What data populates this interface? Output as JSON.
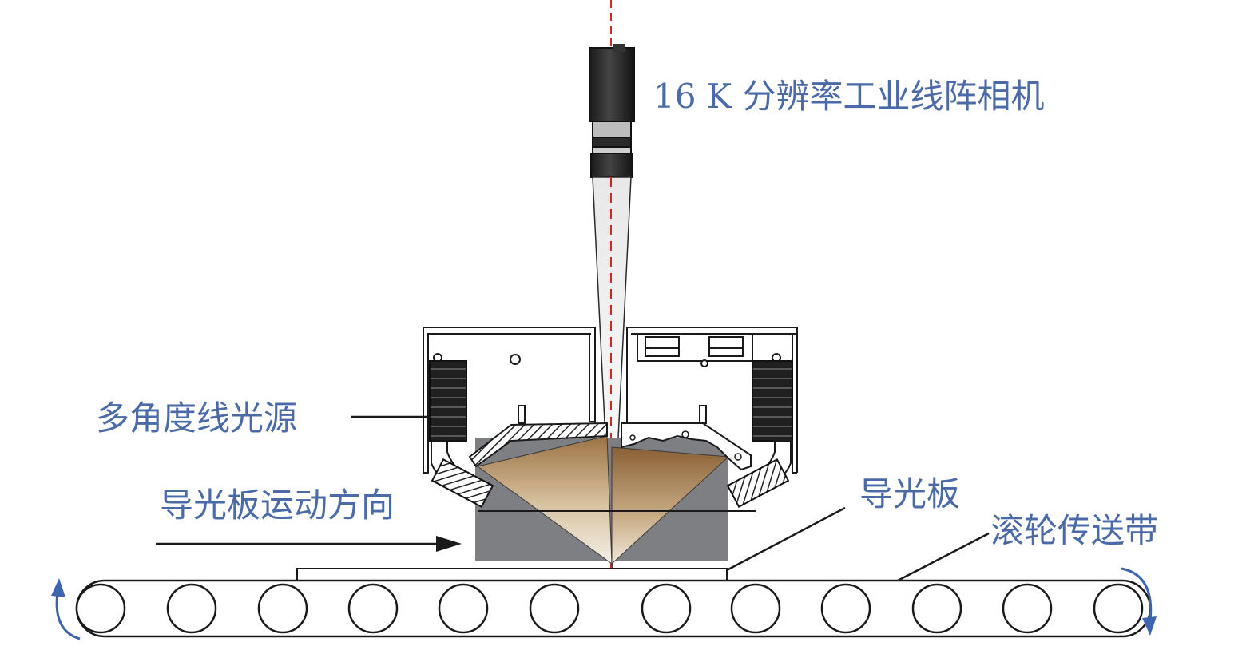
{
  "labels": {
    "camera": "16 K 分辨率工业线阵相机",
    "light_source": "多角度线光源",
    "motion_direction": "导光板运动方向",
    "light_guide_plate": "导光板",
    "roller_conveyor": "滚轮传送带"
  },
  "colors": {
    "label_text": "#4a6aa8",
    "line": "#1a1a1a",
    "gray_block": "#7d7f83",
    "light_cone": "#a07848",
    "laser": "#cc2a2a",
    "rotation_arrow": "#3d64b0"
  },
  "icons": {
    "rotation_left": "curved-arrow-icon",
    "rotation_right": "curved-arrow-icon",
    "direction_arrow": "arrow-right-icon"
  }
}
